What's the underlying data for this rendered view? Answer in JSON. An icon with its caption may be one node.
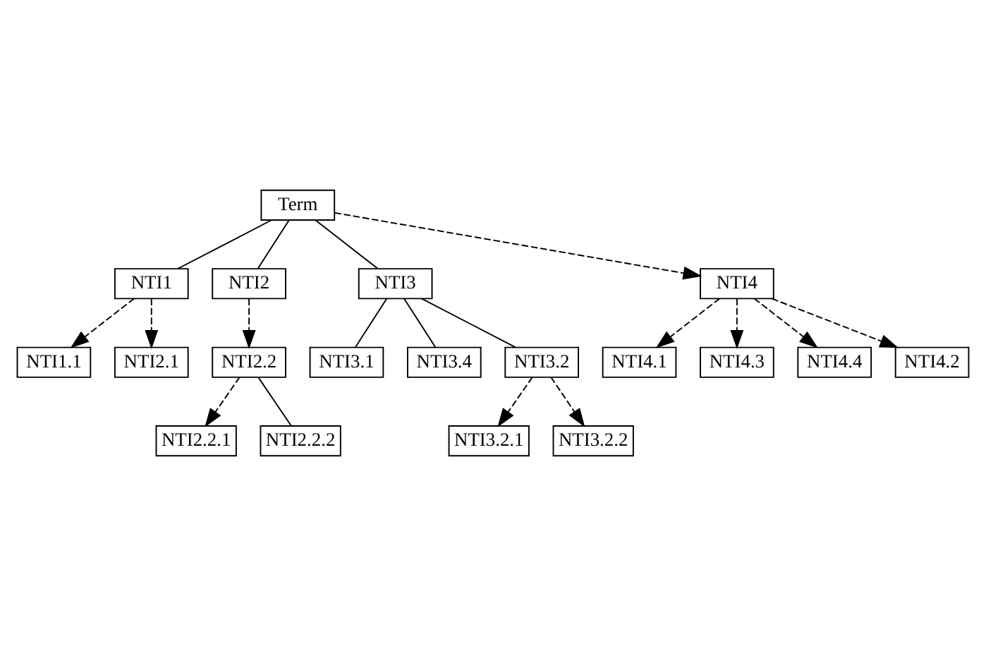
{
  "diagram": {
    "nodes": [
      {
        "text": [
          "Term"
        ]
      },
      {
        "text": [
          "NTI1"
        ]
      },
      {
        "text": [
          "NTI1.1"
        ]
      },
      {
        "text": [
          "NTI2.1"
        ]
      },
      {
        "text": [
          "NTI2"
        ]
      },
      {
        "text": [
          "NTI2.2"
        ]
      },
      {
        "text": [
          "NTI2.2.1"
        ]
      },
      {
        "text": [
          "NTI2.2.2"
        ]
      },
      {
        "text": [
          "NTI3"
        ]
      },
      {
        "text": [
          "NTI3.1"
        ]
      },
      {
        "text": [
          "NTI3.4"
        ]
      },
      {
        "text": [
          "NTI3.2"
        ]
      },
      {
        "text": [
          "NTI3.2.1"
        ]
      },
      {
        "text": [
          "NTI3.2.2"
        ]
      },
      {
        "text": [
          "NTI4"
        ]
      },
      {
        "text": [
          "NTI4.1"
        ]
      },
      {
        "text": [
          "NTI4.3"
        ]
      },
      {
        "text": [
          "NTI4.4"
        ]
      },
      {
        "text": [
          "NTI4.2"
        ]
      }
    ],
    "edges": [
      {
        "from": 0,
        "to": 1,
        "arrow": "none"
      },
      {
        "from": 0,
        "to": 4,
        "arrow": "none"
      },
      {
        "from": 0,
        "to": 8,
        "arrow": "none"
      },
      {
        "from": 0,
        "to": 14,
        "arrow": "to",
        "style": "dashed"
      },
      {
        "from": 1,
        "to": 2,
        "arrow": "to",
        "style": "dashed"
      },
      {
        "from": 1,
        "to": 3,
        "arrow": "to",
        "style": "dashed"
      },
      {
        "from": 4,
        "to": 5,
        "arrow": "to",
        "style": "dashed"
      },
      {
        "from": 5,
        "to": 6,
        "arrow": "to",
        "style": "dashed"
      },
      {
        "from": 5,
        "to": 7,
        "arrow": "none"
      },
      {
        "from": 8,
        "to": 9,
        "arrow": "none"
      },
      {
        "from": 8,
        "to": 10,
        "arrow": "none"
      },
      {
        "from": 8,
        "to": 11,
        "arrow": "none"
      },
      {
        "from": 11,
        "to": 12,
        "arrow": "to",
        "style": "dashed"
      },
      {
        "from": 11,
        "to": 13,
        "arrow": "to",
        "style": "dashed"
      },
      {
        "from": 14,
        "to": 15,
        "arrow": "to",
        "style": "dashed"
      },
      {
        "from": 14,
        "to": 16,
        "arrow": "to",
        "style": "dashed"
      },
      {
        "from": 14,
        "to": 17,
        "arrow": "to",
        "style": "dashed"
      },
      {
        "from": 14,
        "to": 18,
        "arrow": "to",
        "style": "dashed"
      }
    ]
  }
}
